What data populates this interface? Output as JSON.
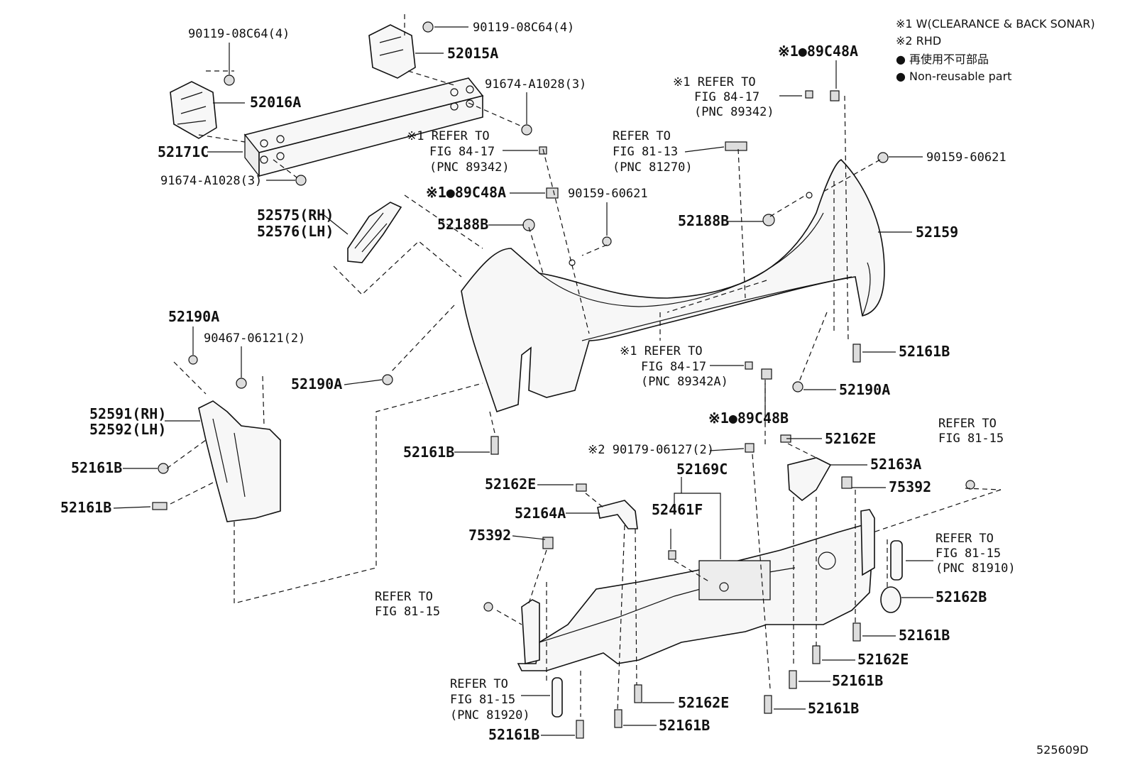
{
  "legend": {
    "note1": "※1 W(CLEARANCE & BACK SONAR)",
    "note2": "※2 RHD",
    "non_reusable_jp": "● 再使用不可部品",
    "non_reusable_en": "● Non-reusable part"
  },
  "figure_id": "525609D",
  "labels": {
    "p90119_a": "90119-08C64(4)",
    "p90119_b": "90119-08C64(4)",
    "p52015A": "52015A",
    "p52016A": "52016A",
    "p52171C": "52171C",
    "p91674_a": "91674-A1028(3)",
    "p91674_b": "91674-A1028(3)",
    "ref_a_1": "※1 REFER TO",
    "ref_a_2": "FIG 84-17",
    "ref_a_3": "(PNC 89342)",
    "p89C48A_a": "※1●89C48A",
    "p90159_a": "90159-60621",
    "p52575": "52575(RH)",
    "p52576": "52576(LH)",
    "p52188B_a": "52188B",
    "p52190A_a": "52190A",
    "p90467": "90467-06121(2)",
    "p52190A_b": "52190A",
    "p52591": "52591(RH)",
    "p52592": "52592(LH)",
    "p52161B_a": "52161B",
    "p52161B_b": "52161B",
    "p52161B_c": "52161B",
    "ref_b_1": "※1 REFER TO",
    "ref_b_2": "FIG 84-17",
    "ref_b_3": "(PNC 89342)",
    "p89C48A_b": "※1●89C48A",
    "ref_c_1": "REFER TO",
    "ref_c_2": "FIG 81-13",
    "ref_c_3": "(PNC 81270)",
    "p90159_b": "90159-60621",
    "p52188B_b": "52188B",
    "p52159": "52159",
    "p52161B_d": "52161B",
    "p52190A_c": "52190A",
    "ref_d_1": "※1 REFER TO",
    "ref_d_2": "FIG 84-17",
    "ref_d_3": "(PNC 89342A)",
    "p89C48B": "※1●89C48B",
    "p90179": "※2 90179-06127(2)",
    "p52162E_a": "52162E",
    "p52163A": "52163A",
    "ref_e_1": "REFER TO",
    "ref_e_2": "FIG 81-15",
    "p75392_a": "75392",
    "p52169C": "52169C",
    "p52162E_b": "52162E",
    "p52164A": "52164A",
    "p52461F": "52461F",
    "p75392_b": "75392",
    "ref_f_1": "REFER TO",
    "ref_f_2": "FIG 81-15",
    "ref_f_3": "(PNC 81910)",
    "p52162B": "52162B",
    "ref_g_1": "REFER TO",
    "ref_g_2": "FIG 81-15",
    "p52161B_e": "52161B",
    "p52162E_c": "52162E",
    "p52161B_f": "52161B",
    "ref_h_1": "REFER TO",
    "ref_h_2": "FIG 81-15",
    "ref_h_3": "(PNC 81920)",
    "p52162E_d": "52162E",
    "p52161B_g": "52161B",
    "p52161B_h": "52161B",
    "p52161B_i": "52161B"
  }
}
